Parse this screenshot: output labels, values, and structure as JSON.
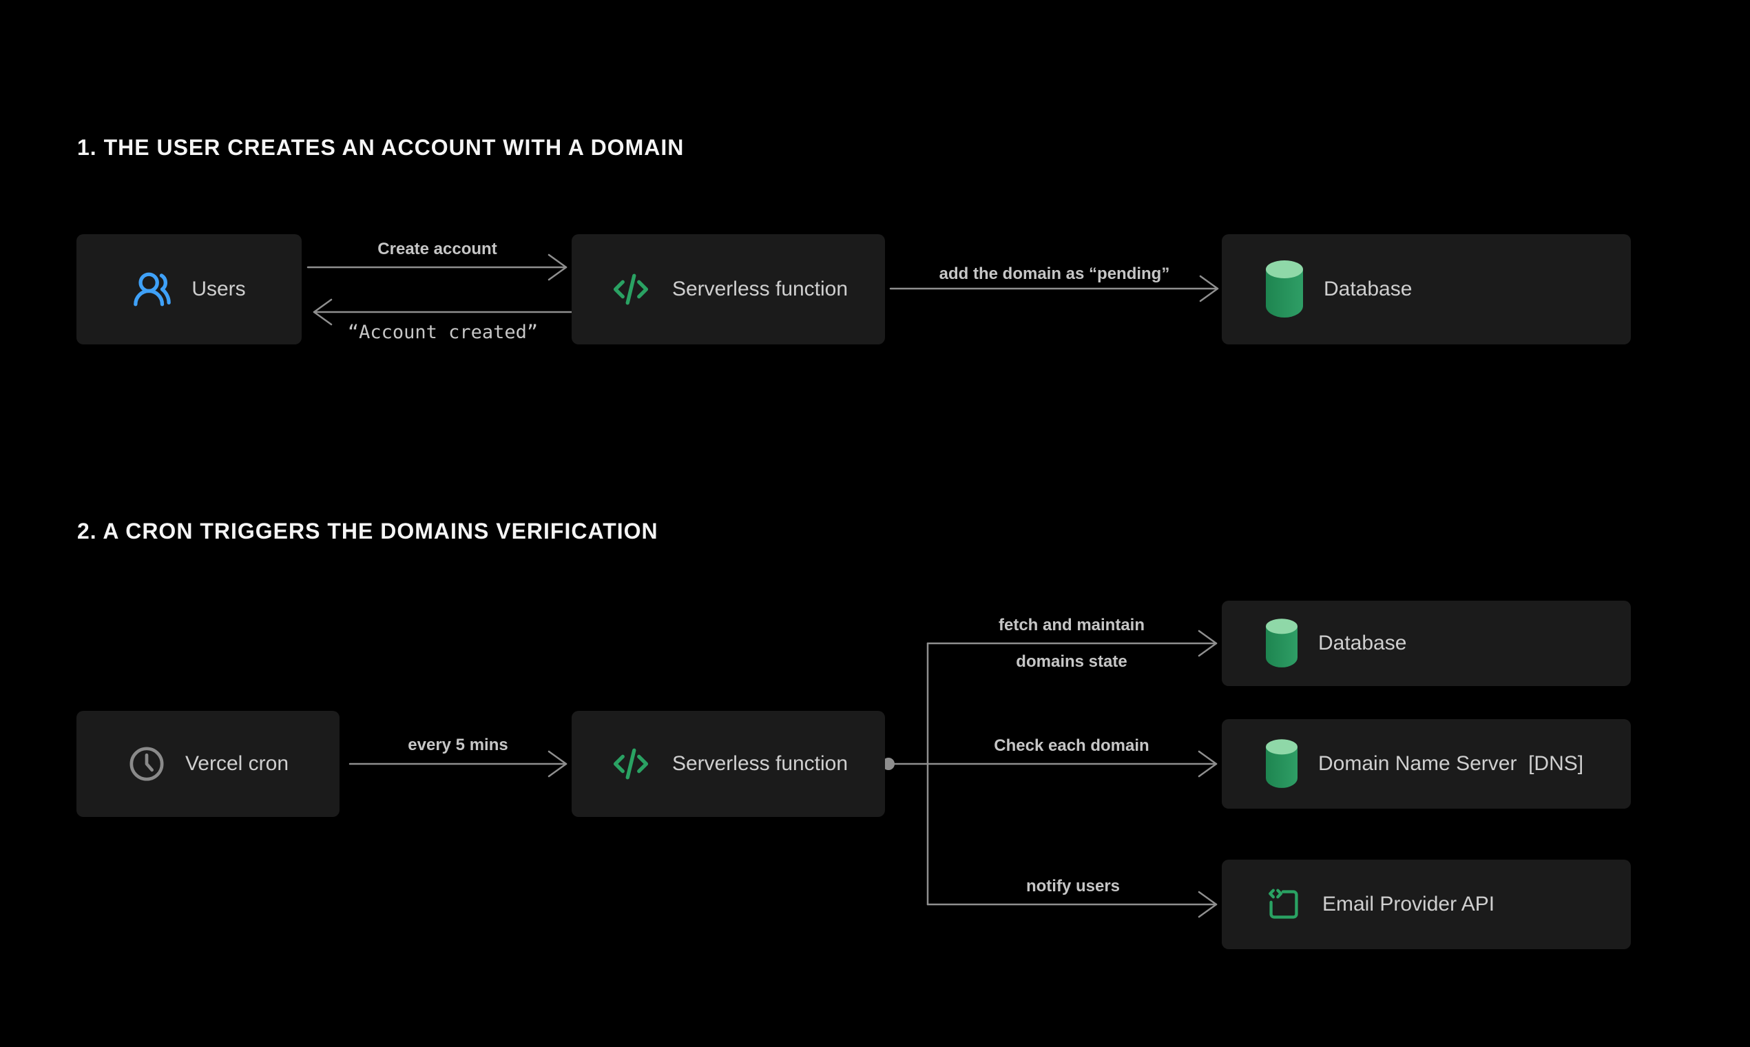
{
  "colors": {
    "background": "#000000",
    "box_bg": "#1b1b1b",
    "title_text": "#f5f5f5",
    "node_text": "#cfcfcf",
    "edge_text": "#c6c6c6",
    "line": "#8f8f8f",
    "icon_gray": "#8a8a8a",
    "accent_blue": "#3fa1f8",
    "accent_green": "#2aa263",
    "cylinder_top": "#8fd8a8",
    "cylinder_body_dark": "#1e8550",
    "cylinder_body_light": "#2f9e66"
  },
  "section1": {
    "title": "1. THE USER CREATES AN ACCOUNT WITH A DOMAIN",
    "nodes": {
      "users": {
        "label": "Users",
        "icon": "users-icon"
      },
      "serverless": {
        "label": "Serverless function",
        "icon": "code-icon"
      },
      "database": {
        "label": "Database",
        "icon": "database-icon"
      }
    },
    "edges": {
      "create_account": {
        "label": "Create account",
        "direction": "right"
      },
      "account_created": {
        "label": "“Account created”",
        "direction": "left",
        "style": "monospace"
      },
      "add_pending": {
        "label": "add the domain as “pending”",
        "direction": "right"
      }
    }
  },
  "section2": {
    "title": "2. A CRON TRIGGERS THE DOMAINS VERIFICATION",
    "nodes": {
      "cron": {
        "label": "Vercel cron",
        "icon": "clock-icon"
      },
      "serverless": {
        "label": "Serverless function",
        "icon": "code-icon"
      },
      "database": {
        "label": "Database",
        "icon": "database-icon"
      },
      "dns": {
        "label": "Domain Name Server  [DNS]",
        "icon": "database-icon"
      },
      "email": {
        "label": "Email Provider API",
        "icon": "email-code-icon"
      }
    },
    "edges": {
      "every_5_mins": {
        "label": "every 5 mins",
        "direction": "right"
      },
      "fetch_maintain": {
        "label_line1": "fetch and maintain",
        "label_line2": "domains state",
        "direction": "right"
      },
      "check_domain": {
        "label": "Check each domain",
        "direction": "right"
      },
      "notify_users": {
        "label": "notify users",
        "direction": "right"
      }
    }
  }
}
